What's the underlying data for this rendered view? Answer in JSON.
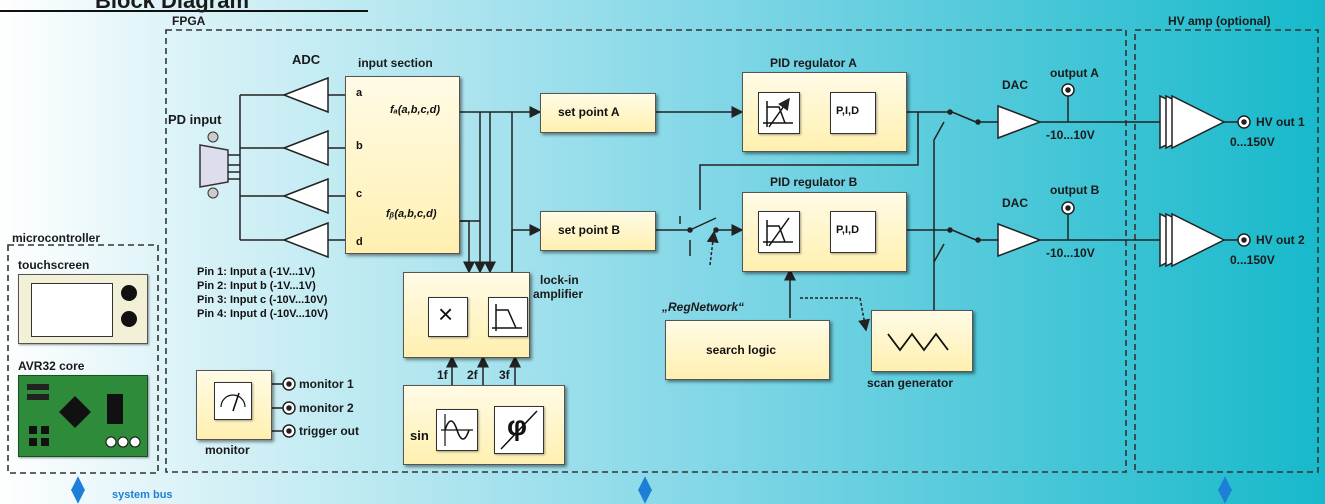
{
  "title": "Block Diagram",
  "regions": {
    "fpga": "FPGA",
    "hv_amp": "HV amp (optional)",
    "microcontroller": "microcontroller"
  },
  "blocks": {
    "adc": "ADC",
    "pd_input": "PD input",
    "input_section": "input section",
    "in_a": "a",
    "in_b": "b",
    "in_c": "c",
    "in_d": "d",
    "fa": "fₐ(a,b,c,d)",
    "fb": "fᵦ(a,b,c,d)",
    "set_point_a": "set point A",
    "set_point_b": "set point B",
    "pid_a": "PID regulator A",
    "pid_b": "PID regulator B",
    "pid_a_pid": "P,I,D",
    "pid_b_pid": "P,I,D",
    "dac_a": "DAC",
    "dac_b": "DAC",
    "output_a": "output A",
    "output_b": "output B",
    "range_a": "-10...10V",
    "range_b": "-10...10V",
    "hv_out_1": "HV out 1",
    "hv_out_2": "HV out 2",
    "hv_range_1": "0...150V",
    "hv_range_2": "0...150V",
    "lockin_1": "lock-in",
    "lockin_2": "amplifier",
    "multiply_symbol": "×",
    "sin": "sin",
    "phi": "φ",
    "f1": "1f",
    "f2": "2f",
    "f3": "3f",
    "reg_network": "„RegNetwork“",
    "search_logic": "search logic",
    "scan_generator": "scan generator",
    "monitor": "monitor",
    "monitor_1": "monitor 1",
    "monitor_2": "monitor 2",
    "trigger_out": "trigger out",
    "touchscreen": "touchscreen",
    "avr32": "AVR32 core",
    "system_bus": "system bus"
  },
  "pins": [
    "Pin 1: Input a (-1V...1V)",
    "Pin 2: Input b (-1V...1V)",
    "Pin 3: Input c (-10V...10V)",
    "Pin 4: Input d (-10V...10V)"
  ],
  "colors": {
    "box_fill": "#fff3c4",
    "wire": "#222222",
    "bus": "#1e7fd6",
    "pcb": "#2e8b3a"
  }
}
